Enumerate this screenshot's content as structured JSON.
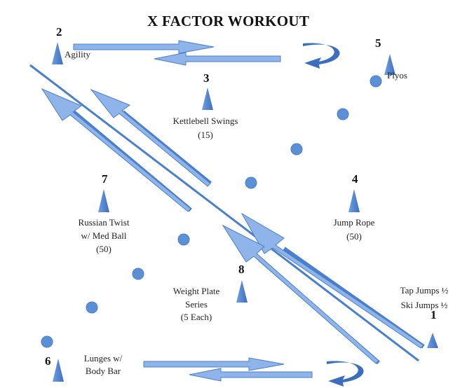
{
  "title": "X FACTOR WORKOUT",
  "stations": [
    {
      "number": "1",
      "lines": [
        "Tap Jumps ½",
        "Ski Jumps ½"
      ]
    },
    {
      "number": "2",
      "lines": [
        "Agility"
      ]
    },
    {
      "number": "3",
      "lines": [
        "Kettlebell Swings",
        "(15)"
      ]
    },
    {
      "number": "4",
      "lines": [
        "Jump Rope",
        "(50)"
      ]
    },
    {
      "number": "5",
      "lines": [
        "Plyos"
      ]
    },
    {
      "number": "6",
      "lines": [
        "Lunges w/",
        "Body Bar"
      ]
    },
    {
      "number": "7",
      "lines": [
        "Russian Twist",
        "w/ Med Ball",
        "(50)"
      ]
    },
    {
      "number": "8",
      "lines": [
        "Weight Plate",
        "Series",
        "(5 Each)"
      ]
    }
  ],
  "colors": {
    "cone": "#4a7fcb",
    "arrow_fill": "#8fb4ea",
    "arrow_stroke": "#4a7fcb",
    "dot": "#5b8fd6"
  }
}
